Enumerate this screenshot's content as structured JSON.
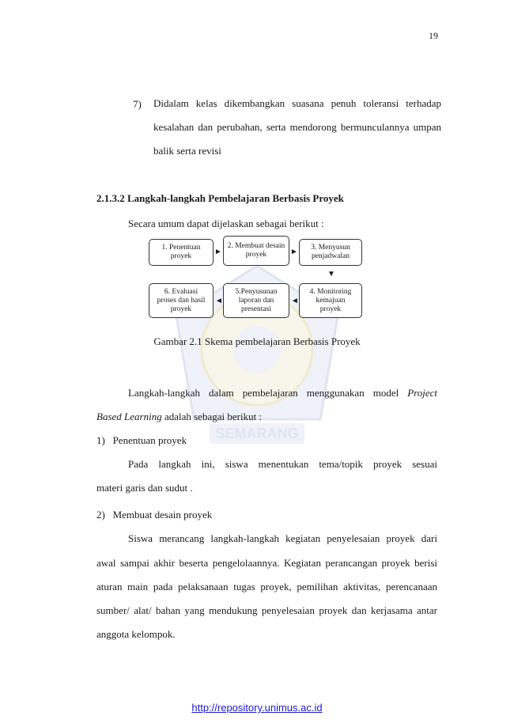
{
  "page": {
    "number": "19"
  },
  "item7": {
    "marker": "7)",
    "line1": "Didalam kelas dikembangkan suasana penuh toleransi terhadap",
    "line2": "kesalahan dan perubahan, serta mendorong bermunculannya umpan",
    "line3": "balik serta revisi"
  },
  "section": {
    "heading": "2.1.3.2 Langkah-langkah Pembelajaran Berbasis Proyek",
    "intro": "Secara umum dapat dijelaskan sebagai berikut :"
  },
  "diagram": {
    "boxes": [
      {
        "line1": "1. Penentuan",
        "line2": "proyek",
        "line3": ""
      },
      {
        "line1": "2. Membuat desain",
        "line2": "proyek",
        "line3": ""
      },
      {
        "line1": "3. Menyusun",
        "line2": "penjadwalan",
        "line3": ""
      },
      {
        "line1": "4. Monitoring",
        "line2": "kemajuan",
        "line3": "proyek"
      },
      {
        "line1": "5.Penyusunan",
        "line2": "laporan dan",
        "line3": "presentasi"
      },
      {
        "line1": "6. Evaluasi",
        "line2": "proses dan hasil",
        "line3": "proyek"
      }
    ],
    "caption": "Gambar 2.1 Skema pembelajaran Berbasis Proyek"
  },
  "pbl_intro": {
    "line1_a": "Langkah-langkah dalam pembelajaran menggunakan model",
    "line1_b": "Project",
    "line2_a": "Based Learning",
    "line2_b": " adalah sebagai berikut :"
  },
  "step1": {
    "title": "1)   Penentuan proyek",
    "line1": "Pada langkah ini, siswa menentukan tema/topik proyek sesuai",
    "line2": "materi garis dan sudut ."
  },
  "step2": {
    "title": "2)   Membuat desain proyek",
    "line1": "Siswa merancang langkah-langkah kegiatan penyelesaian proyek dari",
    "line2": "awal sampai akhir beserta pengelolaannya. Kegiatan perancangan proyek berisi",
    "line3": "aturan main pada pelaksanaan tugas proyek, pemilihan aktivitas, perencanaan",
    "line4": "sumber/ alat/ bahan yang mendukung penyelesaian proyek dan kerjasama antar",
    "line5": "anggota kelompok."
  },
  "watermark": {
    "text": "SEMARANG"
  },
  "footer": {
    "link": "http://repository.unimus.ac.id"
  }
}
